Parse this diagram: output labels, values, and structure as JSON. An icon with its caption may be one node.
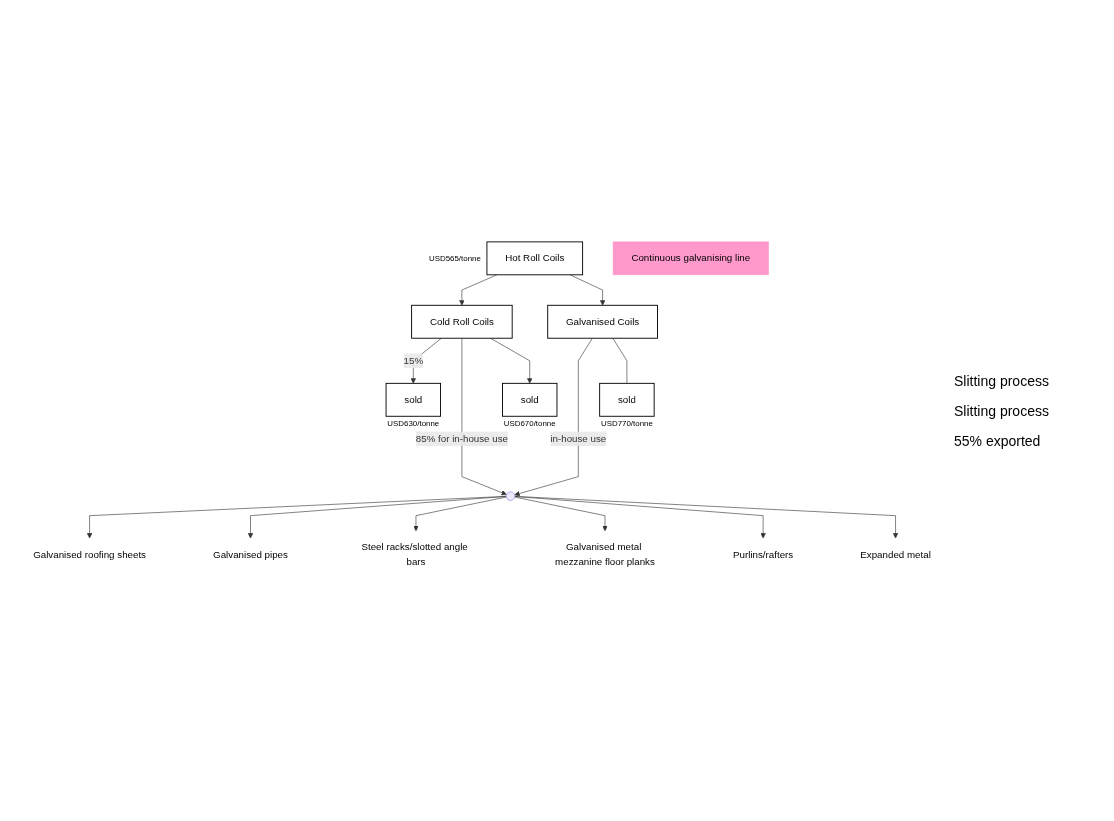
{
  "diagram": {
    "nodes": [
      {
        "text": [
          "Hot Roll Coils"
        ],
        "beside": [
          "USD565/tonne"
        ]
      },
      {
        "text": [
          "Continuous galvanising line"
        ]
      },
      {
        "text": [
          "sold"
        ],
        "beside": [
          "USD630/tonne"
        ]
      },
      {
        "text": [
          "Cold Roll Coils"
        ]
      },
      {
        "text": [
          "Galvanised Coils"
        ]
      },
      {
        "text": [
          "sold"
        ],
        "beside": [
          "USD670/tonne"
        ]
      },
      {
        "text": [],
        "shape": "circle"
      },
      {
        "text": [
          "sold"
        ],
        "beside": [
          "USD770/tonne"
        ]
      },
      {
        "text": [
          "Galvanised roofing sheets"
        ]
      },
      {
        "text": [
          "Galvanised pipes"
        ]
      },
      {
        "text": [
          "Steel racks/slotted angle bars"
        ]
      },
      {
        "text": [
          "Galvanised metal mezzanine floor planks"
        ]
      },
      {
        "text": [
          "Purlins/rafters"
        ]
      },
      {
        "text": [
          "Expanded metal"
        ]
      }
    ],
    "edges": [
      {
        "from": 0,
        "to": 3,
        "arrow": "to"
      },
      {
        "from": 0,
        "to": 4,
        "arrow": "to"
      },
      {
        "from": 3,
        "to": 2,
        "arrow": "to",
        "label": "15%"
      },
      {
        "from": 3,
        "to": 6,
        "arrow": "to",
        "label": "85% for in-house use"
      },
      {
        "from": 3,
        "to": 5,
        "arrow": "to"
      },
      {
        "from": 4,
        "to": 6,
        "arrow": "to",
        "label": "in-house use"
      },
      {
        "from": 4,
        "to": 7,
        "arrow": "none"
      },
      {
        "from": 6,
        "to": 8,
        "arrow": "to"
      },
      {
        "from": 6,
        "to": 9,
        "arrow": "to"
      },
      {
        "from": 6,
        "to": 10,
        "arrow": "to"
      },
      {
        "from": 6,
        "to": 11,
        "arrow": "to"
      },
      {
        "from": 6,
        "to": 12,
        "arrow": "to"
      },
      {
        "from": 6,
        "to": 13,
        "arrow": "to"
      }
    ],
    "labels": [
      "Slitting process",
      "Slitting process",
      "55% exported"
    ]
  }
}
